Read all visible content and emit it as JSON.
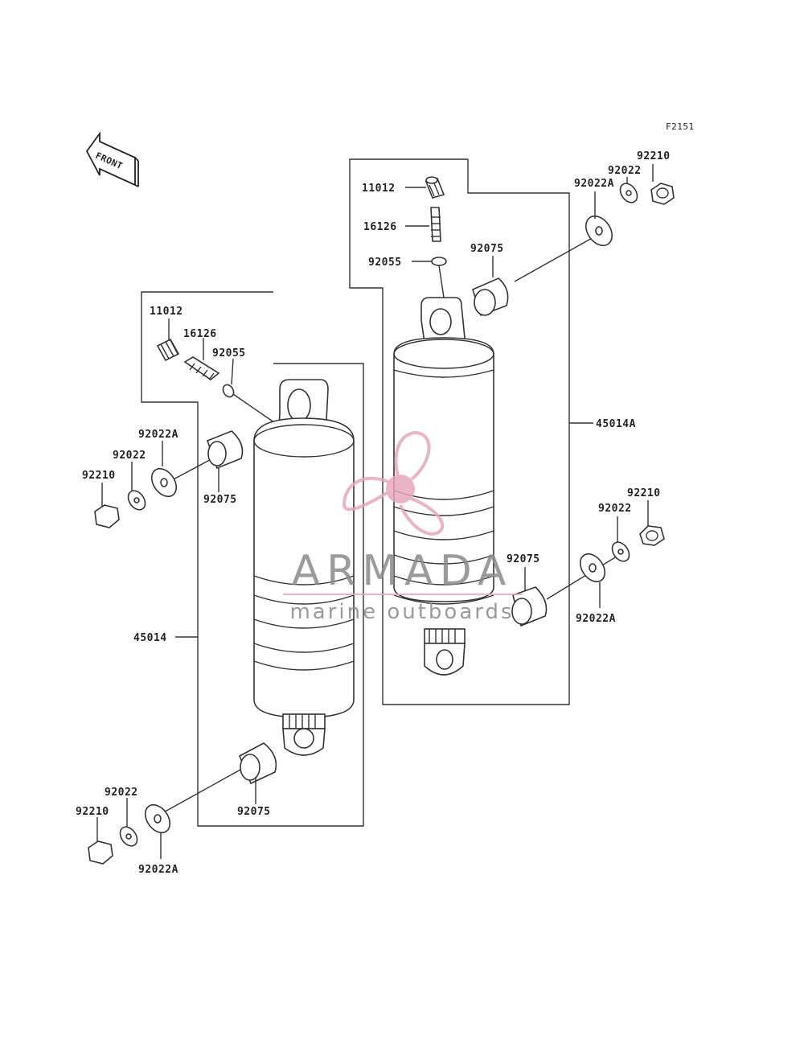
{
  "diagram": {
    "figure_id": "F2151",
    "front_arrow_text": "FRONT",
    "watermark": {
      "brand": "ARMADA",
      "tagline": "marine outboards",
      "accent_color": "#e7a6bd",
      "text_color": "#8a8a8a"
    },
    "labels": {
      "right_11012": "11012",
      "right_16126": "16126",
      "right_92055": "92055",
      "right_92075_top": "92075",
      "right_92022A_top": "92022A",
      "right_92022_top": "92022",
      "right_92210_top": "92210",
      "right_45014A": "45014A",
      "right_92210_bot": "92210",
      "right_92022_bot": "92022",
      "right_92075_bot": "92075",
      "right_92022A_bot": "92022A",
      "left_11012": "11012",
      "left_16126": "16126",
      "left_92055": "92055",
      "left_92022A_top": "92022A",
      "left_92022_top": "92022",
      "left_92210_top": "92210",
      "left_92075_top": "92075",
      "left_45014": "45014",
      "left_92022_bot": "92022",
      "left_92210_bot": "92210",
      "left_92075_bot": "92075",
      "left_92022A_bot": "92022A"
    }
  }
}
